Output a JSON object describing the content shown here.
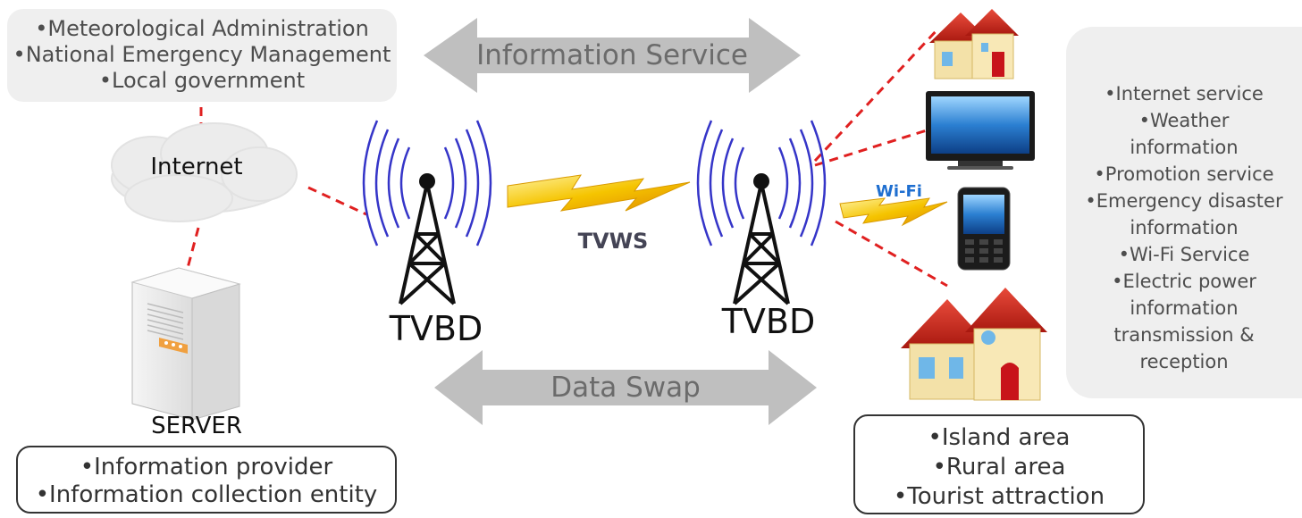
{
  "sources_box": {
    "lines": [
      "•Meteorological Administration",
      "•National Emergency Management",
      "•Local government"
    ]
  },
  "info_service_label": "Information Service",
  "data_swap_label": "Data Swap",
  "internet_label": "Internet",
  "server_label": "SERVER",
  "server_roles": {
    "lines": [
      "•Information provider",
      "•Information collection entity"
    ]
  },
  "tvbd_left_label": "TVBD",
  "tvbd_right_label": "TVBD",
  "tvws_label": "TVWS",
  "wifi_label": "Wi-Fi",
  "services_box": {
    "lines": [
      "•Internet service",
      "•Weather",
      "information",
      "•Promotion service",
      "•Emergency disaster",
      "information",
      "•Wi-Fi Service",
      "•Electric power",
      "information",
      "transmission &",
      "reception"
    ]
  },
  "areas_box": {
    "lines": [
      "•Island area",
      "•Rural area",
      "•Tourist attraction"
    ]
  },
  "colors": {
    "link": "#e02020",
    "arrow": "#bfbfbf",
    "bolt": "#f5b800",
    "wifi": "#1f6fd0",
    "antenna_wave": "#3535c8"
  }
}
